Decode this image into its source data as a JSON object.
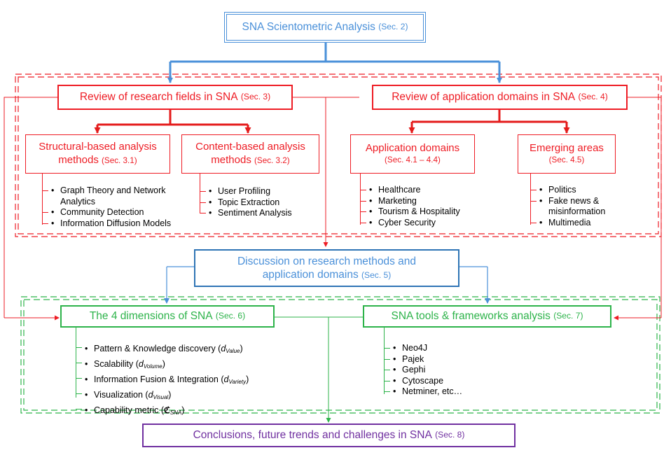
{
  "colors": {
    "blue": "#4a90d9",
    "red": "#ee1c24",
    "green": "#2db34a",
    "purple": "#7030a0",
    "dark_blue": "#2e74b5",
    "dark_red": "#e41b1b"
  },
  "top": {
    "title": "SNA Scientometric Analysis",
    "sec": "(Sec. 2)"
  },
  "research": {
    "title": "Review of research fields in SNA",
    "sec": "(Sec. 3)"
  },
  "application": {
    "title": "Review of application domains in SNA",
    "sec": "(Sec. 4)"
  },
  "structural": {
    "title_line1": "Structural-based analysis",
    "title_line2": "methods",
    "sec": "(Sec. 3.1)",
    "items": [
      "Graph Theory and Network Analytics",
      "Community Detection",
      "Information Diffusion Models"
    ]
  },
  "content": {
    "title_line1": "Content-based analysis",
    "title_line2": "methods",
    "sec": "(Sec. 3.2)",
    "items": [
      "User Profiling",
      "Topic Extraction",
      "Sentiment Analysis"
    ]
  },
  "appdomains": {
    "title": "Application domains",
    "sec": "(Sec. 4.1 – 4.4)",
    "items": [
      "Healthcare",
      "Marketing",
      "Tourism & Hospitality",
      "Cyber Security"
    ]
  },
  "emerging": {
    "title": "Emerging areas",
    "sec": "(Sec. 4.5)",
    "items": [
      "Politics",
      "Fake news & misinformation",
      "Multimedia"
    ]
  },
  "discussion": {
    "title_line1": "Discussion on research methods and",
    "title_line2": "application domains",
    "sec": "(Sec. 5)"
  },
  "dimensions": {
    "title": "The 4 dimensions of SNA",
    "sec": "(Sec. 6)",
    "items": [
      {
        "label": "Pattern & Knowledge discovery (",
        "sym": "d",
        "sub": "Value",
        "close": ")"
      },
      {
        "label": "Scalability (",
        "sym": "d",
        "sub": "Volume",
        "close": ")"
      },
      {
        "label": "Information Fusion & Integration (",
        "sym": "d",
        "sub": "Variety",
        "close": ")"
      },
      {
        "label": "Visualization (",
        "sym": "d",
        "sub": "Visual",
        "close": ")"
      },
      {
        "label": "Capability metric (",
        "sym": "ℭ",
        "sub": "SNA",
        "close": ")"
      }
    ]
  },
  "tools": {
    "title": "SNA tools & frameworks analysis",
    "sec": "(Sec. 7)",
    "items": [
      "Neo4J",
      "Pajek",
      "Gephi",
      "Cytoscape",
      "Netminer, etc…"
    ]
  },
  "conclusions": {
    "title": "Conclusions, future trends and challenges in SNA",
    "sec": "(Sec. 8)"
  }
}
